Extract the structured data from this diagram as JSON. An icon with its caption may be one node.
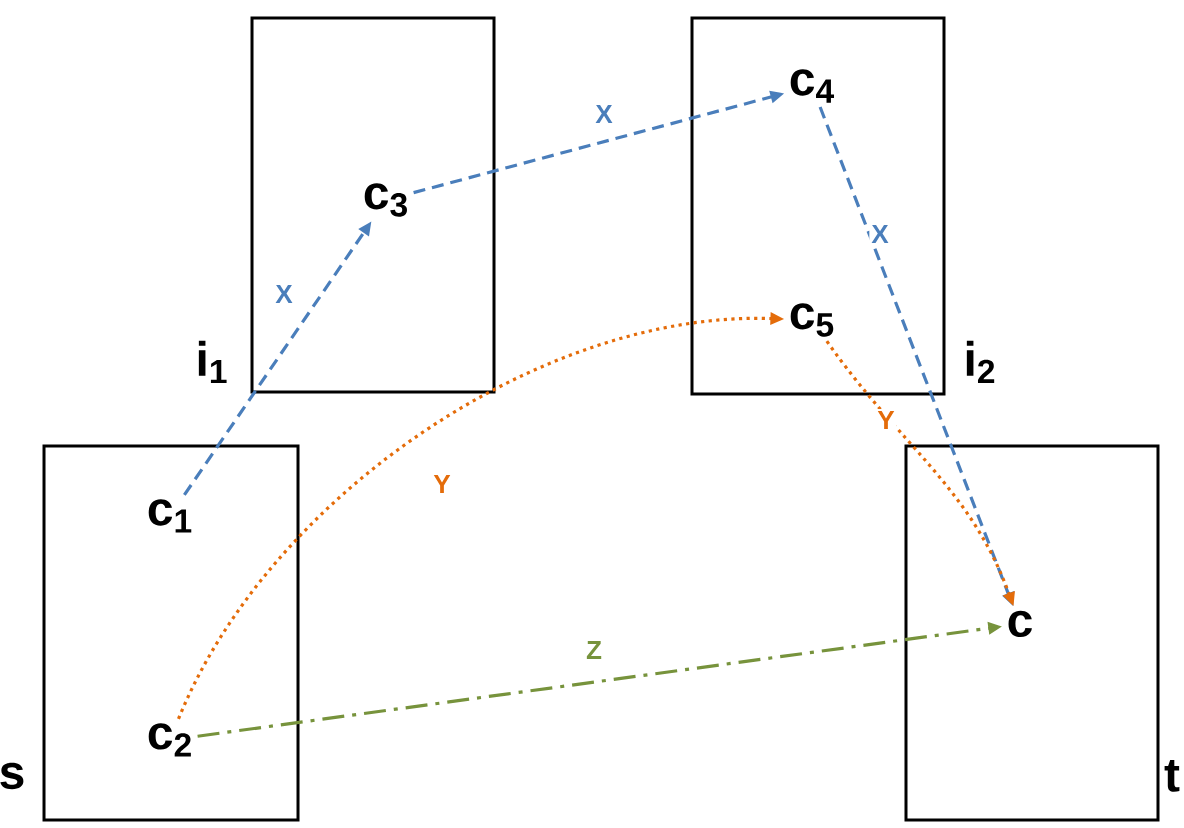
{
  "diagram": {
    "nodes": [
      {
        "text": [
          "i$_{1}$"
        ]
      },
      {
        "text": [
          "c$_{3}$"
        ],
        "in": 0
      },
      {
        "text": [
          "i$_{2}$"
        ]
      },
      {
        "text": [
          "c$_{4}$"
        ],
        "in": 2
      },
      {
        "text": [
          "c$_{5}$"
        ],
        "in": 2
      },
      {
        "text": [
          "s"
        ]
      },
      {
        "text": [
          "c$_{1}$"
        ],
        "in": 5
      },
      {
        "text": [
          "c$_{2}$"
        ],
        "in": 5
      },
      {
        "text": [
          "t"
        ]
      },
      {
        "text": [
          "c"
        ],
        "in": 8
      }
    ],
    "edges": [
      {
        "from": 6,
        "to": 1,
        "arrow": "to",
        "label": "X",
        "style": "dashed",
        "color": "#4a7ebb"
      },
      {
        "from": 1,
        "to": 3,
        "arrow": "to",
        "label": "X",
        "style": "dashed",
        "color": "#4a7ebb"
      },
      {
        "from": 3,
        "to": 9,
        "arrow": "to",
        "label": "X",
        "style": "dashed",
        "color": "#4a7ebb"
      },
      {
        "from": 7,
        "to": 4,
        "arrow": "to",
        "label": "Y",
        "style": "dashed",
        "color": "#e46c0a"
      },
      {
        "from": 4,
        "to": 9,
        "arrow": "to",
        "label": "Y",
        "style": "dashed",
        "color": "#e46c0a"
      },
      {
        "from": 7,
        "to": 9,
        "arrow": "to",
        "label": "Z",
        "style": "dashed",
        "color": "#77933c"
      }
    ]
  }
}
